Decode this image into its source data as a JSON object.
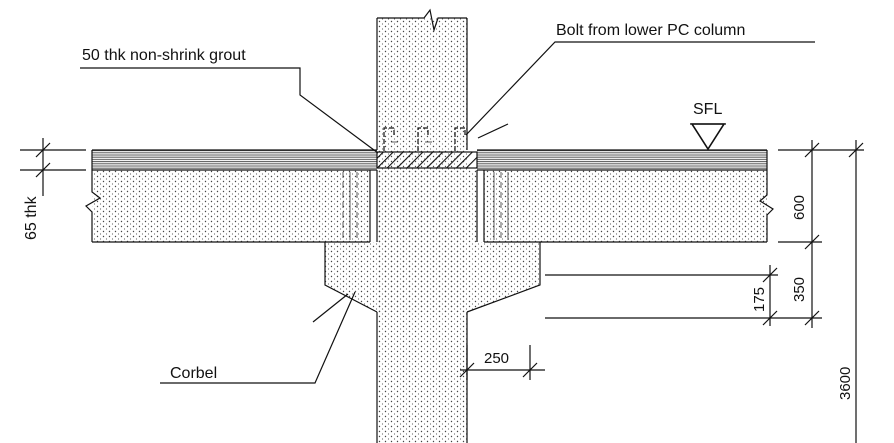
{
  "labels": {
    "grout": "50 thk non-shrink grout",
    "bolt": "Bolt from lower PC column",
    "sfl": "SFL",
    "topping": "65 thk",
    "corbel": "Corbel"
  },
  "dimensions": {
    "slab_depth": "600",
    "corbel_depth": "350",
    "corbel_taper": "175",
    "corbel_width": "250",
    "storey_height": "3600"
  },
  "colors": {
    "line": "#111111",
    "background": "#ffffff",
    "topping": "#555555",
    "concrete_dots": "#444444"
  }
}
